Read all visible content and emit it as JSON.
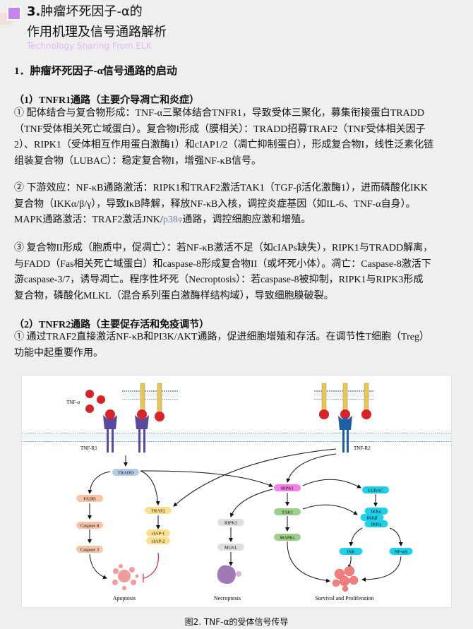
{
  "header": {
    "number": "3.",
    "title_line1": "肿瘤坏死因子-α的",
    "title_line2": "作用机理及信号通路解析",
    "subtitle": "Technology Sharing From ELK"
  },
  "section_title": "1．肿瘤坏死因子-α信号通路的启动",
  "tnfr1": {
    "heading": "（1）TNFR1通路（主要介导凋亡和炎症）",
    "p1": [
      "① 配体结合与复合物形成：TNF-α三聚体结合TNFR1，导致受体三聚化，募集衔接蛋白TRADD",
      "（TNF受体相关死亡域蛋白）。复合物I形成（膜相关）：TRADD招募TRAF2（TNF受体相关因子",
      "2）、RIPK1（受体相互作用蛋白激酶1）和cIAP1/2（凋亡抑制蛋白），形成复合物I，线性泛素化链",
      "组装复合物（LUBAC）：稳定复合物I，增强NF-κB信号。"
    ],
    "p2": [
      "② 下游效应：NF-κB通路激活：RIPK1和TRAF2激活TAK1（TGF-β活化激酶1），进而磷酸化IKK",
      "复合物（IKKα/β/γ），导致IκB降解，释放NF-κB入核，调控炎症基因（如IL-6、TNF-α自身）。"
    ],
    "p2_line3_a": "MAPK通路激活：TRAF2激活JNK/",
    "p2_line3_link": "p38",
    "p2_line3_b": "通路，调控细胞应激和增殖。",
    "p3": [
      "③ 复合物II形成（胞质中，促凋亡）：若NF-κB激活不足（如cIAPs缺失），RIPK1与TRADD解离，",
      "与FADD（Fas相关死亡域蛋白）和caspase-8形成复合物II（或坏死小体）。凋亡：Caspase-8激活下",
      "游caspase-3/7，诱导凋亡。程序性坏死（Necroptosis）：若caspase-8被抑制，RIPK1与RIPK3形成",
      "复合物，磷酸化MLKL（混合系列蛋白激酶样结构域），导致细胞膜破裂。"
    ]
  },
  "tnfr2": {
    "heading": "（2）TNFR2通路（主要促存活和免疫调节）",
    "p1": [
      "① 通过TRAF2直接激活NF-κB和PI3K/AKT通路，促进细胞增殖和存活。在调节性T细胞（Treg）",
      "功能中起重要作用。"
    ]
  },
  "figure": {
    "labels": {
      "tnf_alpha": "TNF-α",
      "tnf_r1": "TNF-R1",
      "tnf_r2": "TNF-R2",
      "tradd": "TRADD",
      "fadd": "FADD",
      "caspase8": "Caspase 8",
      "caspase3": "Caspase 3",
      "traf2": "TRAF2",
      "ciap1": "cIAP-1",
      "ciap2": "cIAP-2",
      "ripk3": "RIPK3",
      "mlkl": "MLKL",
      "ripk1": "RIPK1",
      "tak1": "TAK1",
      "mapks": "MAPKs",
      "lubac": "LUBAC",
      "ikka": "IKKα",
      "ikkb": "IKKβ",
      "ikkg": "IKKγ",
      "jnk": "JNK",
      "nfkb": "NF-κB",
      "apoptosis": "Apoptosis",
      "necroptosis": "Necroptosis",
      "survival": "Survival and Proliferation"
    },
    "caption": "图2. TNF-α的受体信号传导",
    "colors": {
      "tradd": "#b8cbe6",
      "caspase": "#f6c4a8",
      "traf2": "#fbe08a",
      "gray": "#dedede",
      "ripk1": "#f57ee8",
      "green": "#9ccf8a",
      "cyan": "#1fd0ea",
      "red": "#d9232a",
      "yellow": "#e8c75a",
      "purple": "#5a4a9e",
      "blue": "#1d5fa8"
    }
  }
}
